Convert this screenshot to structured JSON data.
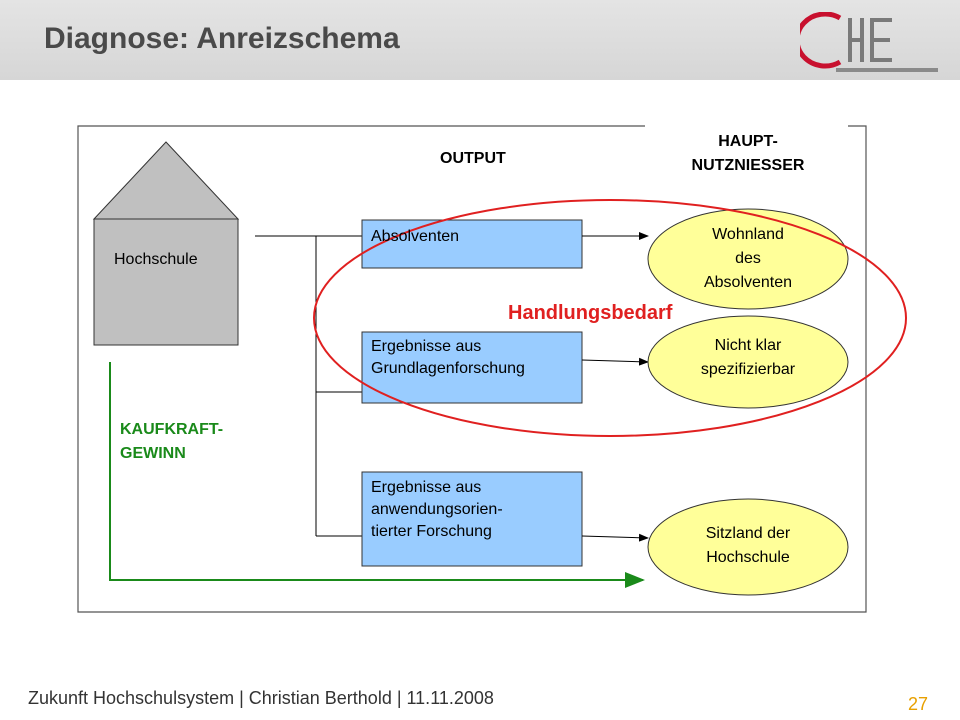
{
  "slide": {
    "title": "Diagnose: Anreizschema",
    "footer": "Zukunft Hochschulsystem | Christian Berthold | 11.11.2008",
    "page_number": "27",
    "logo_text": "CHE"
  },
  "diagram": {
    "house_label": "Hochschule",
    "output_header": "OUTPUT",
    "beneficiary_header": "HAUPT-\nNUTZNIESSER",
    "outputs": [
      "Absolventen",
      "Ergebnisse aus\nGrundlagenforschung",
      "Ergebnisse aus\nanwendungsorien-\ntierter Forschung"
    ],
    "beneficiaries": [
      "Wohnland\ndes\nAbsolventen",
      "Nicht klar\nspezifizierbar",
      "Sitzland der\nHochschule"
    ],
    "gain_label": "KAUFKRAFT-\nGEWINN",
    "action_label": "Handlungsbedarf"
  },
  "colors": {
    "box_fill": "#99ccff",
    "ellipse_fill": "#ffff99",
    "house_fill": "#c0c0c0",
    "green": "#1a8a1a",
    "red": "#e02020",
    "title_gray": "#4a4a4a",
    "page_number": "#e8a000"
  }
}
